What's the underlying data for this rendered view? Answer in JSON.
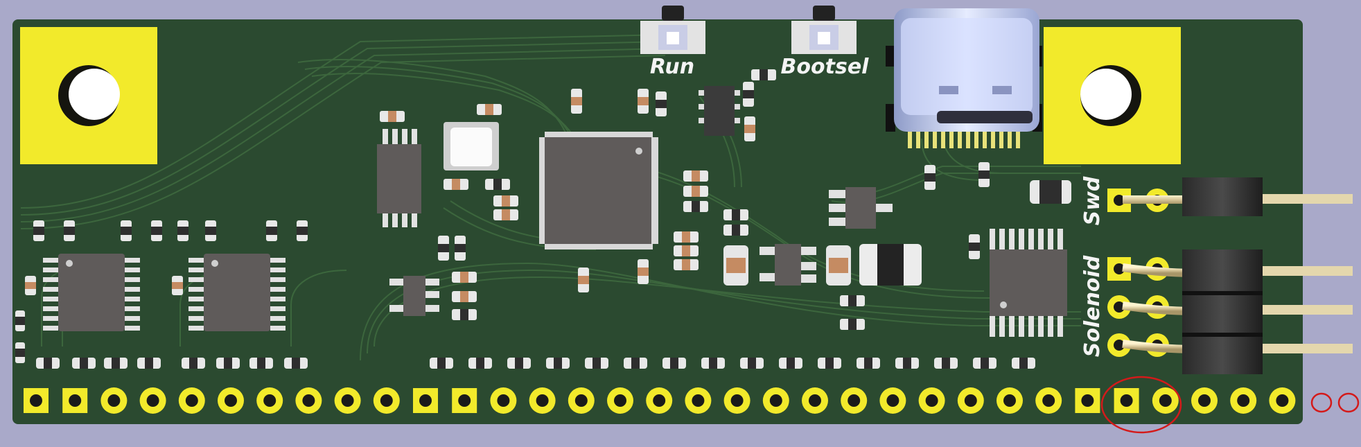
{
  "board": {
    "labels": {
      "run": "Run",
      "bootsel": "Bootsel",
      "swd": "Swd",
      "solenoid": "Solenoid"
    },
    "colors": {
      "background": "#a9a9c9",
      "solder_mask": "#2b4a30",
      "copper_pad": "#f2ea2b",
      "silkscreen": "#f4f4f4",
      "ic_body": "#5f5b5a",
      "highlight_circle": "#d41a1a"
    },
    "bottom_pin_count": 33,
    "square_pin_positions": [
      1,
      2,
      11,
      12,
      28,
      29
    ]
  }
}
